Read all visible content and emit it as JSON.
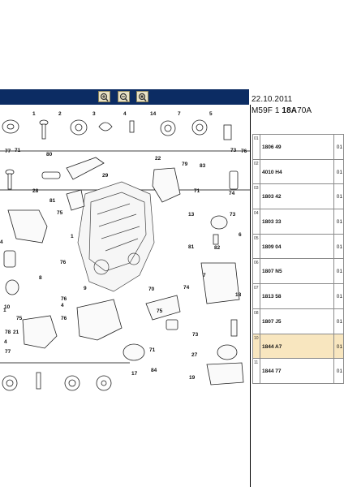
{
  "header": {
    "date": "22.10.2011",
    "model_prefix": "M59F 1",
    "model_bold": "18A",
    "model_suffix": "70A"
  },
  "toolbar": {
    "buttons": [
      {
        "icon": "zoom-in-icon"
      },
      {
        "icon": "zoom-out-icon"
      },
      {
        "icon": "zoom-fit-icon"
      }
    ]
  },
  "parts_table": [
    {
      "index": "01",
      "reference": "1806 49",
      "quantity": "01",
      "selected": false
    },
    {
      "index": "02",
      "reference": "4010 H4",
      "quantity": "01",
      "selected": false
    },
    {
      "index": "03",
      "reference": "1803 42",
      "quantity": "01",
      "selected": false
    },
    {
      "index": "04",
      "reference": "1803 33",
      "quantity": "01",
      "selected": false
    },
    {
      "index": "05",
      "reference": "1809 04",
      "quantity": "01",
      "selected": false
    },
    {
      "index": "06",
      "reference": "1807 N5",
      "quantity": "01",
      "selected": false
    },
    {
      "index": "07",
      "reference": "1813 58",
      "quantity": "01",
      "selected": false
    },
    {
      "index": "08",
      "reference": "1807 J5",
      "quantity": "01",
      "selected": false
    },
    {
      "index": "10",
      "reference": "1844 A7",
      "quantity": "01",
      "selected": true
    },
    {
      "index": "11",
      "reference": "1844 77",
      "quantity": "01",
      "selected": false
    }
  ],
  "catalog_row_labels": [
    "1",
    "2",
    "3",
    "4",
    "14",
    "7",
    "5",
    "71",
    "73",
    "77",
    "76"
  ],
  "callouts": [
    "80",
    "29",
    "28",
    "81",
    "75",
    "76",
    "79",
    "83",
    "22",
    "71",
    "74",
    "13",
    "73",
    "82",
    "81",
    "6",
    "70",
    "74",
    "75",
    "73",
    "71",
    "84",
    "17",
    "27",
    "19",
    "18",
    "8",
    "76",
    "76",
    "4",
    "75",
    "21",
    "4",
    "78",
    "77",
    "4",
    "10",
    "1",
    "9",
    "7",
    "1"
  ],
  "highlight_color": "#f8e6bf",
  "toolbar_color": "#0c2c63"
}
